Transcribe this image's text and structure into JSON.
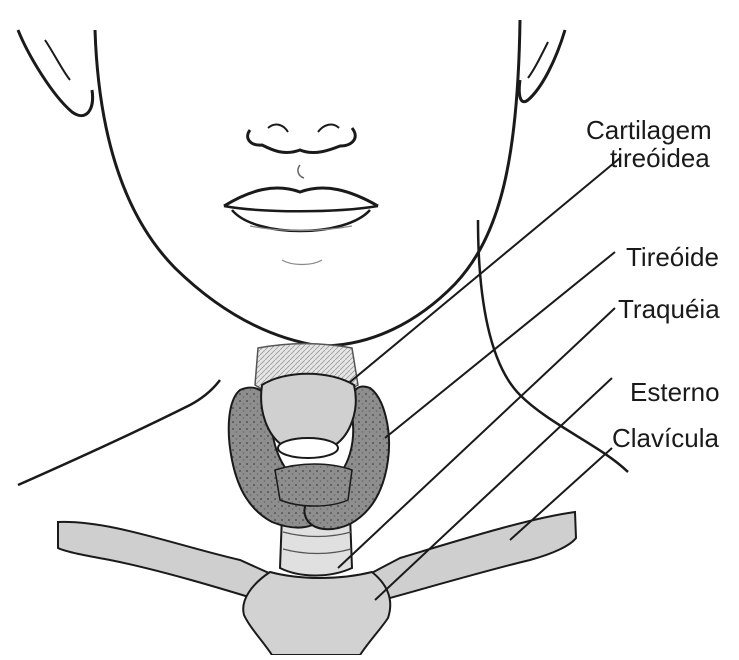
{
  "labels": {
    "cartilagem_line1": "Cartilagem",
    "cartilagem_line2": "tireóidea",
    "tireoide": "Tireóide",
    "traqueia": "Traquéia",
    "esterno": "Esterno",
    "clavicula": "Clavícula"
  },
  "colors": {
    "ink": "#1a1a1a",
    "thyroid_fill": "#8a8a8a",
    "cartilage_fill": "#d2d2d2",
    "bone_fill": "#cfcfcf",
    "background": "#ffffff"
  }
}
